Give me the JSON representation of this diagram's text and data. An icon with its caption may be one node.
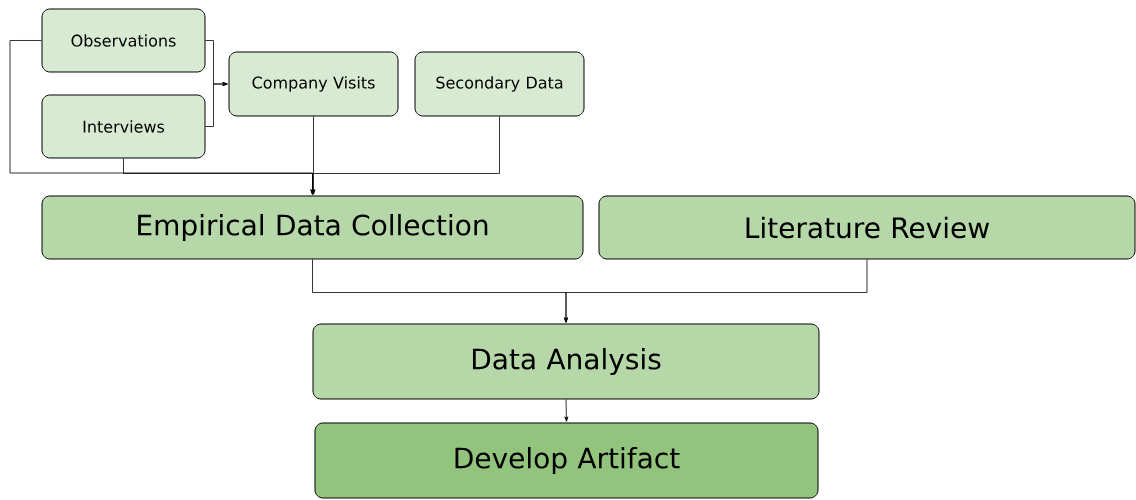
{
  "diagram": {
    "nodes": [
      {
        "text": [
          "Observations"
        ]
      },
      {
        "text": [
          "Interviews"
        ]
      },
      {
        "text": [
          "Company Visits"
        ]
      },
      {
        "text": [
          "Secondary Data"
        ]
      },
      {
        "text": [
          "Empirical Data Collection"
        ]
      },
      {
        "text": [
          "Literature Review"
        ]
      },
      {
        "text": [
          "Data Analysis"
        ]
      },
      {
        "text": [
          "Develop Artifact"
        ]
      }
    ],
    "edges": [
      {
        "from": 0,
        "to": 2,
        "arrow": "to"
      },
      {
        "from": 1,
        "to": 2,
        "arrow": "to"
      },
      {
        "from": 0,
        "to": 4,
        "arrow": "to"
      },
      {
        "from": 1,
        "to": 4,
        "arrow": "to"
      },
      {
        "from": 2,
        "to": 4,
        "arrow": "to"
      },
      {
        "from": 3,
        "to": 4,
        "arrow": "to"
      },
      {
        "from": 4,
        "to": 6,
        "arrow": "to"
      },
      {
        "from": 5,
        "to": 6,
        "arrow": "to"
      },
      {
        "from": 6,
        "to": 7,
        "arrow": "to"
      }
    ]
  }
}
